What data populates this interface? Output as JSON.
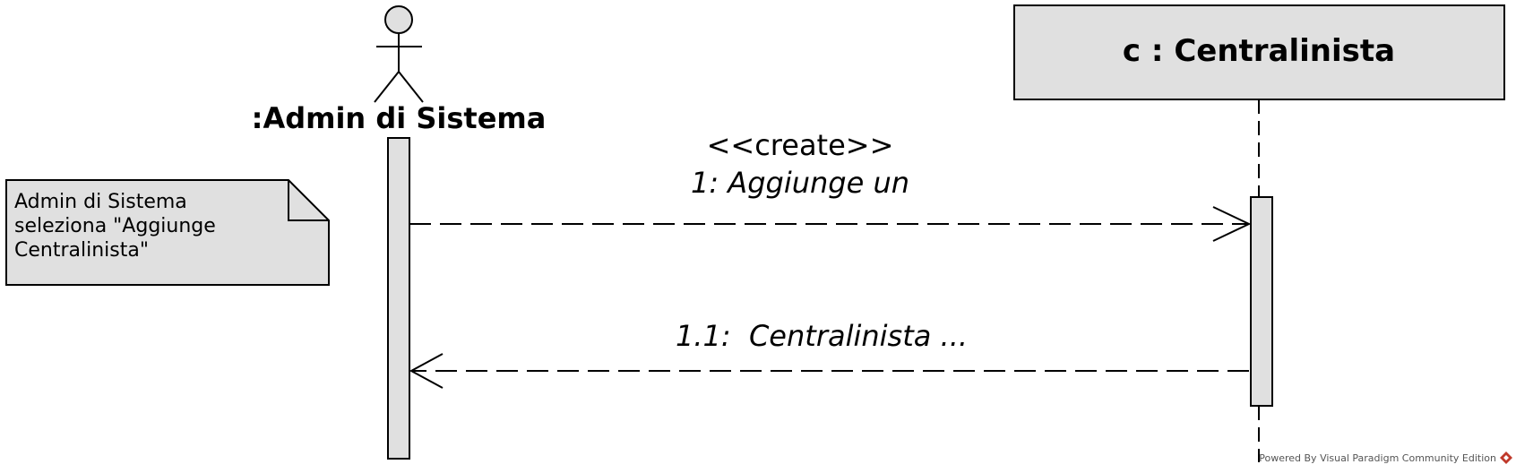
{
  "diagram": {
    "actor": {
      "label": ":Admin di Sistema"
    },
    "lifeline": {
      "label": "c : Centralinista"
    },
    "messages": [
      {
        "stereotype": "<<create>>",
        "label": "1: Aggiunge un"
      },
      {
        "label": "1.1:  Centralinista ..."
      }
    ],
    "note": {
      "lines": [
        "Admin di Sistema",
        "seleziona \"Aggiunge",
        "Centralinista\""
      ]
    },
    "footer": "Powered By Visual Paradigm Community Edition"
  },
  "colors": {
    "fill": "#e0e0e0",
    "stroke": "#000000",
    "brand": "#c0392b"
  }
}
